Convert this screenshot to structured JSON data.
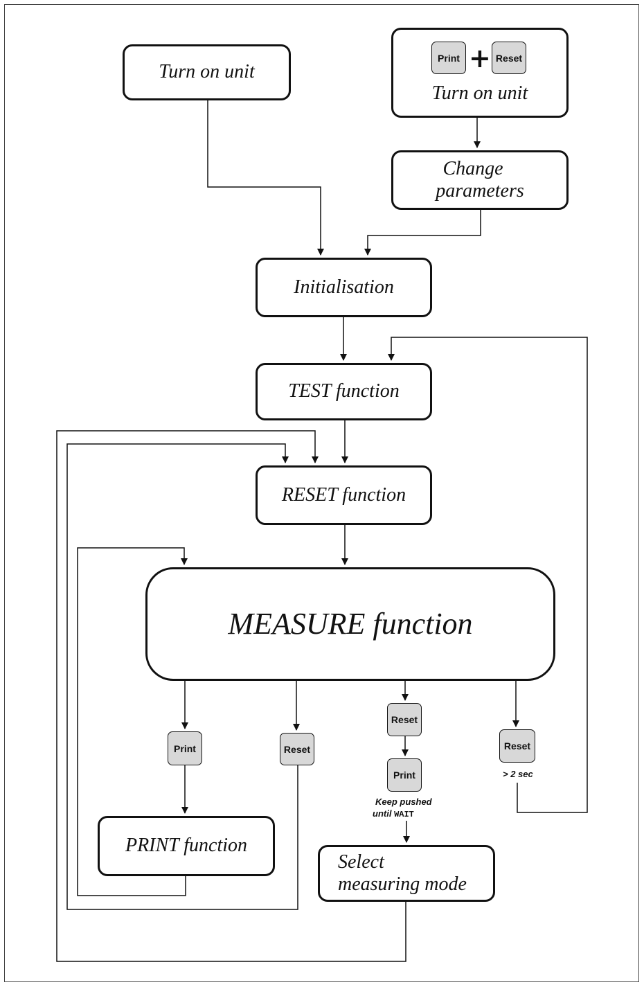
{
  "nodes": {
    "turn_on": "Turn on unit",
    "combo_turn_on": "Turn on unit",
    "change_params_line1": "Change",
    "change_params_line2": "parameters",
    "initialisation": "Initialisation",
    "test": "TEST function",
    "reset": "RESET function",
    "measure": "MEASURE function",
    "print": "PRINT function",
    "select_line1": "Select",
    "select_line2": "measuring mode"
  },
  "keys": {
    "print": "Print",
    "reset": "Reset",
    "plus": "+"
  },
  "notes": {
    "two_sec": "> 2 sec",
    "keep_pushed": "Keep pushed",
    "until": "until",
    "wait": "WAIT"
  }
}
